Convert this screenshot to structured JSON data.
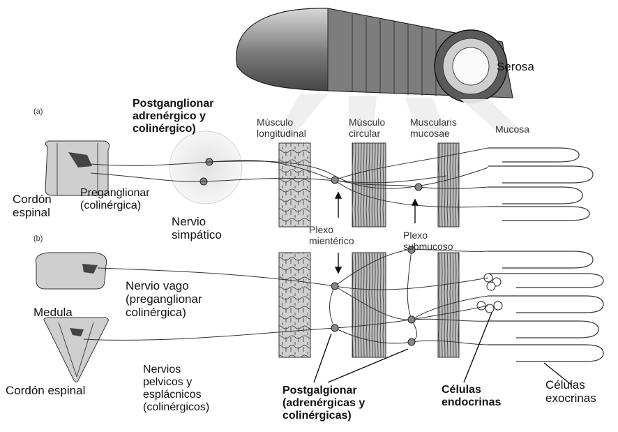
{
  "labels": {
    "serosa": "Serosa",
    "a": "(a)",
    "b": "(b)",
    "postganglionar": "Postganglionar\nadrenérgico y\ncolinérgico)",
    "musculo_longitudinal": "Músculo\nlongitudinal",
    "musculo_circular": "Músculo\ncircular",
    "muscularis_mucosae": "Muscularis\nmucosae",
    "mucosa": "Mucosa",
    "cordon_espinal_top": "Cordón\nespinal",
    "preganglionar": "Preganglionar\n(colinérgica)",
    "nervio_simpatico": "Nervio\nsimpático",
    "plexo_mienterico": "Plexo\nmientérico",
    "plexo_submucoso": "Plexo\nsubmucoso",
    "nervio_vago": "Nervio vago\n(preganglionar\ncolinérgica)",
    "medula": "Medula",
    "cordon_espinal_bottom": "Cordón espinal",
    "nervios_pelvicos": "Nervios\npelvicos y\nesplácnicos\n(colinérgicos)",
    "postgalgionar": "Postgalgionar\n(adrenérgicas y\ncolinérgicas)",
    "celulas_endocrinas": "Células\nendocrinas",
    "celulas_exocrinas": "Células\nexocrinas"
  }
}
